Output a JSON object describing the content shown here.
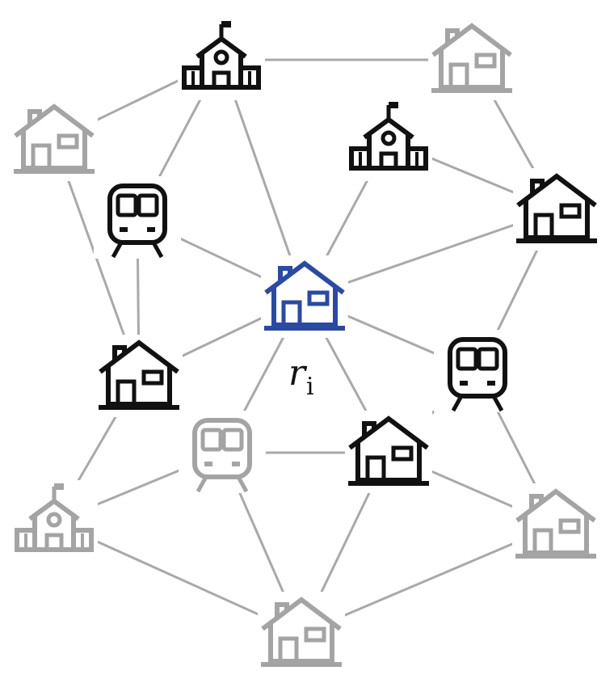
{
  "colors": {
    "focus": "#2b4aa0",
    "neighbor": "#111111",
    "distant": "#a4a4a4",
    "edge": "#a9a9a9"
  },
  "focus_label": {
    "base": "r",
    "subscript": "i"
  },
  "nodes": [
    {
      "id": "school-top",
      "icon": "school-icon",
      "tone": "neighbor"
    },
    {
      "id": "house-topright",
      "icon": "house-icon",
      "tone": "distant"
    },
    {
      "id": "house-left",
      "icon": "house-icon",
      "tone": "distant"
    },
    {
      "id": "school-right",
      "icon": "school-icon",
      "tone": "neighbor"
    },
    {
      "id": "train-left",
      "icon": "train-icon",
      "tone": "neighbor"
    },
    {
      "id": "house-right",
      "icon": "house-icon",
      "tone": "neighbor"
    },
    {
      "id": "house-center",
      "icon": "house-icon",
      "tone": "focus"
    },
    {
      "id": "house-midleft",
      "icon": "house-icon",
      "tone": "neighbor"
    },
    {
      "id": "train-right",
      "icon": "train-icon",
      "tone": "neighbor"
    },
    {
      "id": "train-lowmid",
      "icon": "train-icon",
      "tone": "distant"
    },
    {
      "id": "house-lowmid",
      "icon": "house-icon",
      "tone": "neighbor"
    },
    {
      "id": "school-bottomleft",
      "icon": "school-icon",
      "tone": "distant"
    },
    {
      "id": "house-bottomright",
      "icon": "house-icon",
      "tone": "distant"
    },
    {
      "id": "house-bottom",
      "icon": "house-icon",
      "tone": "distant"
    }
  ],
  "edges": [
    [
      "school-top",
      "house-topright"
    ],
    [
      "school-top",
      "house-left"
    ],
    [
      "school-top",
      "train-left"
    ],
    [
      "school-top",
      "house-center"
    ],
    [
      "house-topright",
      "school-right"
    ],
    [
      "house-topright",
      "house-right"
    ],
    [
      "school-right",
      "house-right"
    ],
    [
      "school-right",
      "house-center"
    ],
    [
      "house-right",
      "house-center"
    ],
    [
      "house-right",
      "train-right"
    ],
    [
      "house-left",
      "train-left"
    ],
    [
      "house-left",
      "house-midleft"
    ],
    [
      "train-left",
      "house-center"
    ],
    [
      "train-left",
      "house-midleft"
    ],
    [
      "house-center",
      "house-midleft"
    ],
    [
      "house-center",
      "train-right"
    ],
    [
      "house-center",
      "house-lowmid"
    ],
    [
      "house-center",
      "train-lowmid"
    ],
    [
      "train-right",
      "house-lowmid"
    ],
    [
      "train-right",
      "house-bottomright"
    ],
    [
      "house-midleft",
      "train-lowmid"
    ],
    [
      "house-midleft",
      "school-bottomleft"
    ],
    [
      "train-lowmid",
      "house-lowmid"
    ],
    [
      "train-lowmid",
      "school-bottomleft"
    ],
    [
      "train-lowmid",
      "house-bottom"
    ],
    [
      "house-lowmid",
      "house-bottom"
    ],
    [
      "house-lowmid",
      "house-bottomright"
    ],
    [
      "school-bottomleft",
      "house-bottom"
    ],
    [
      "house-bottomright",
      "house-bottom"
    ]
  ]
}
